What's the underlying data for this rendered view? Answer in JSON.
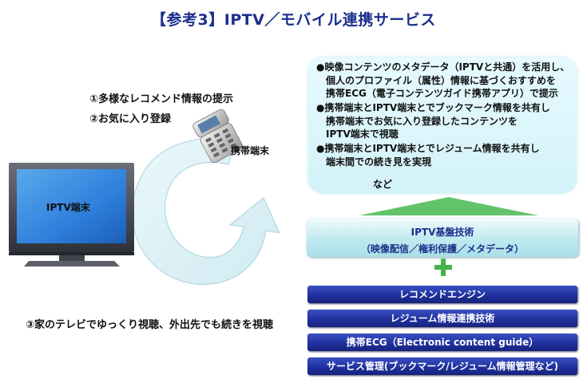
{
  "title": "【参考3】IPTV／モバイル連携サービス",
  "features": [
    "①多様なレコメンド情報の提示",
    "②お気に入り登録",
    "③家のテレビでゆっくり視聴、外出先でも続きを視聴"
  ],
  "devices": {
    "tv_label": "IPTV端末",
    "phone_label": "携帯端末"
  },
  "callout": {
    "bullets": [
      [
        "●映像コンテンツのメタデータ（IPTVと共通）を活用し、",
        "　個人のプロファイル（属性）情報に基づくおすすめを",
        "　携帯ECG（電子コンテンツガイド携帯アプリ）で提示"
      ],
      [
        "●携帯端末とIPTV端末とでブックマーク情報を共有し",
        "　携帯端末でお気に入り登録したコンテンツを",
        "　IPTV端末で視聴"
      ],
      [
        "●携帯端末とIPTV端末とでレジューム情報を共有し",
        "　端末間での続き見を実現"
      ]
    ],
    "tail": "など"
  },
  "platform": {
    "line1": "IPTV基盤技術",
    "line2": "（映像配信／権利保護／メタデータ）"
  },
  "layers": [
    "レコメンドエンジン",
    "レジューム情報連携技術",
    "携帯ECG（Electronic content guide）",
    "サービス管理(ブックマーク/レジューム情報管理など)"
  ],
  "colors": {
    "title": "#1a2f8c",
    "cycle_arrow": "#d9f0f5",
    "callout_bg": "#e0f7fc",
    "platform_text": "#1d2f8a",
    "layer_bg": "#1e2f9a",
    "plus": "#45b348",
    "triangle": "#63c36b"
  }
}
